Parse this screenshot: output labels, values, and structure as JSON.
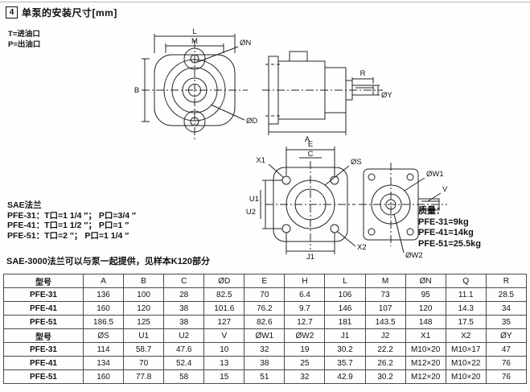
{
  "page": {
    "section_number": "4",
    "title": "单泵的安装尺寸[mm]"
  },
  "notes": {
    "lines": [
      "T=进油口",
      "P=出油口"
    ]
  },
  "flange_info": {
    "lines": [
      "SAE法兰",
      "PFE-31：T口=1 1/4 ″；  P口=3/4 ″",
      "PFE-41：T口=1 1/2 ″；  P口=1 ″",
      "PFE-51：T口=2 ″；     P口=1 1/4 ″"
    ],
    "note": "SAE-3000法兰可以与泵一起提供，见样本K120部分"
  },
  "mass_info": {
    "title": "质量：",
    "lines": [
      "PFE-31=9kg",
      "PFE-41=14kg",
      "PFE-51=25.5kg"
    ]
  },
  "drawings": {
    "front": {
      "l": "L",
      "m": "M",
      "b": "B",
      "on": "ØN",
      "od": "ØD"
    },
    "side": {
      "a": "A",
      "r": "R",
      "oy": "ØY"
    },
    "rear": {
      "c": "C",
      "e": "E",
      "u1": "U1",
      "u2": "U2",
      "os": "ØS",
      "x1": "X1",
      "x2": "X2",
      "j1": "J1",
      "ow1": "ØW1",
      "ow2": "ØW2",
      "v": "V"
    }
  },
  "table": {
    "header1": [
      "型号",
      "A",
      "B",
      "C",
      "ØD",
      "E",
      "H",
      "L",
      "M",
      "ØN",
      "Q",
      "R"
    ],
    "rows1": [
      [
        "PFE-31",
        "136",
        "100",
        "28",
        "82.5",
        "70",
        "6.4",
        "106",
        "73",
        "95",
        "11.1",
        "28.5"
      ],
      [
        "PFE-41",
        "160",
        "120",
        "38",
        "101.6",
        "76.2",
        "9.7",
        "146",
        "107",
        "120",
        "14.3",
        "34"
      ],
      [
        "PFE-51",
        "186.5",
        "125",
        "38",
        "127",
        "82.6",
        "12.7",
        "181",
        "143.5",
        "148",
        "17.5",
        "35"
      ]
    ],
    "header2": [
      "型号",
      "ØS",
      "U1",
      "U2",
      "V",
      "ØW1",
      "ØW2",
      "J1",
      "J2",
      "X1",
      "X2",
      "ØY"
    ],
    "rows2": [
      [
        "PFE-31",
        "114",
        "58.7",
        "47.6",
        "10",
        "32",
        "19",
        "30.2",
        "22.2",
        "M10×20",
        "M10×17",
        "47"
      ],
      [
        "PFE-41",
        "134",
        "70",
        "52.4",
        "13",
        "38",
        "25",
        "35.7",
        "26.2",
        "M12×20",
        "M10×22",
        "76"
      ],
      [
        "PFE-51",
        "160",
        "77.8",
        "58",
        "15",
        "51",
        "32",
        "42.9",
        "30.2",
        "M12×20",
        "M10×20",
        "76"
      ]
    ]
  }
}
